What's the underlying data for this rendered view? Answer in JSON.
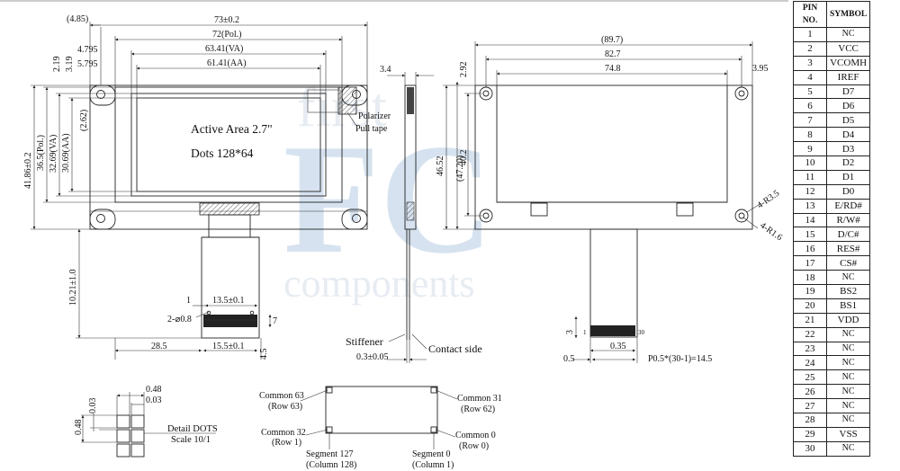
{
  "front_view": {
    "active_area_label": "Active Area 2.7\"",
    "dots_label": "Dots 128*64",
    "polarizer_label": "Polarizer",
    "pull_tape_label": "Pull tape",
    "dims": {
      "d_485": "(4.85)",
      "d_73": "73±0.2",
      "d_72": "72(Pol.)",
      "d_63": "63.41(VA)",
      "d_61": "61.41(AA)",
      "d_4795": "4.795",
      "d_5795": "5.795",
      "d_219": "2.19",
      "d_319": "3.19",
      "d_262": "(2.62)",
      "d_4186": "41.86±0.2",
      "d_365": "36.5(Pol.)",
      "d_3269": "32.69(VA)",
      "d_3069": "30.69(AA)",
      "d_1012": "10.21±1.0",
      "d_1": "1",
      "d_135": "13.5±0.1",
      "d_2r": "2-⌀0.8",
      "d_7": "7",
      "d_285": "28.5",
      "d_155": "15.5±0.1",
      "d_45": "4.5"
    }
  },
  "side_view": {
    "d_34": "3.4",
    "stiffener_label": "Stiffener",
    "contact_label": "Contact side",
    "d_03": "0.3±0.05"
  },
  "rear_view": {
    "d_897": "(89.7)",
    "d_827": "82.7",
    "d_748": "74.8",
    "d_292": "2.92",
    "d_395": "3.95",
    "d_4652": "46.52",
    "d_472": "(47.20)",
    "d_402": "40.2",
    "d_r35": "4-R3.5",
    "d_r16": "4-R1.6",
    "d_3": "3",
    "d_1": "1",
    "d_30": "30",
    "d_035": "0.35",
    "d_05": "0.5",
    "d_pitch": "P0.5*(30-1)=14.5"
  },
  "dots_detail": {
    "d_048": "0.48",
    "d_003": "0.03",
    "d_003v": "0.03",
    "d_048v": "0.48",
    "title": "Detail DOTS",
    "scale": "Scale 10/1"
  },
  "mapping": {
    "common63": "Common 63",
    "row63": "(Row 63)",
    "common31": "Common 31",
    "row62": "(Row 62)",
    "common32": "Common 32",
    "row1": "(Row 1)",
    "common0": "Common 0",
    "row0": "(Row 0)",
    "seg127": "Segment 127",
    "col128": "(Column 128)",
    "seg0": "Segment 0",
    "col1": "(Column 1)"
  },
  "watermark": {
    "first": "first",
    "fc": "FC",
    "components": "components",
    "color": "#c9d9ea"
  },
  "pin_table": {
    "header_no": "PIN NO.",
    "header_symbol": "SYMBOL",
    "rows": [
      {
        "no": "1",
        "symbol": "NC"
      },
      {
        "no": "2",
        "symbol": "VCC"
      },
      {
        "no": "3",
        "symbol": "VCOMH"
      },
      {
        "no": "4",
        "symbol": "IREF"
      },
      {
        "no": "5",
        "symbol": "D7"
      },
      {
        "no": "6",
        "symbol": "D6"
      },
      {
        "no": "7",
        "symbol": "D5"
      },
      {
        "no": "8",
        "symbol": "D4"
      },
      {
        "no": "9",
        "symbol": "D3"
      },
      {
        "no": "10",
        "symbol": "D2"
      },
      {
        "no": "11",
        "symbol": "D1"
      },
      {
        "no": "12",
        "symbol": "D0"
      },
      {
        "no": "13",
        "symbol": "E/RD#"
      },
      {
        "no": "14",
        "symbol": "R/W#"
      },
      {
        "no": "15",
        "symbol": "D/C#"
      },
      {
        "no": "16",
        "symbol": "RES#"
      },
      {
        "no": "17",
        "symbol": "CS#"
      },
      {
        "no": "18",
        "symbol": "NC"
      },
      {
        "no": "19",
        "symbol": "BS2"
      },
      {
        "no": "20",
        "symbol": "BS1"
      },
      {
        "no": "21",
        "symbol": "VDD"
      },
      {
        "no": "22",
        "symbol": "NC"
      },
      {
        "no": "23",
        "symbol": "NC"
      },
      {
        "no": "24",
        "symbol": "NC"
      },
      {
        "no": "25",
        "symbol": "NC"
      },
      {
        "no": "26",
        "symbol": "NC"
      },
      {
        "no": "27",
        "symbol": "NC"
      },
      {
        "no": "28",
        "symbol": "NC"
      },
      {
        "no": "29",
        "symbol": "VSS"
      },
      {
        "no": "30",
        "symbol": "NC"
      }
    ]
  }
}
